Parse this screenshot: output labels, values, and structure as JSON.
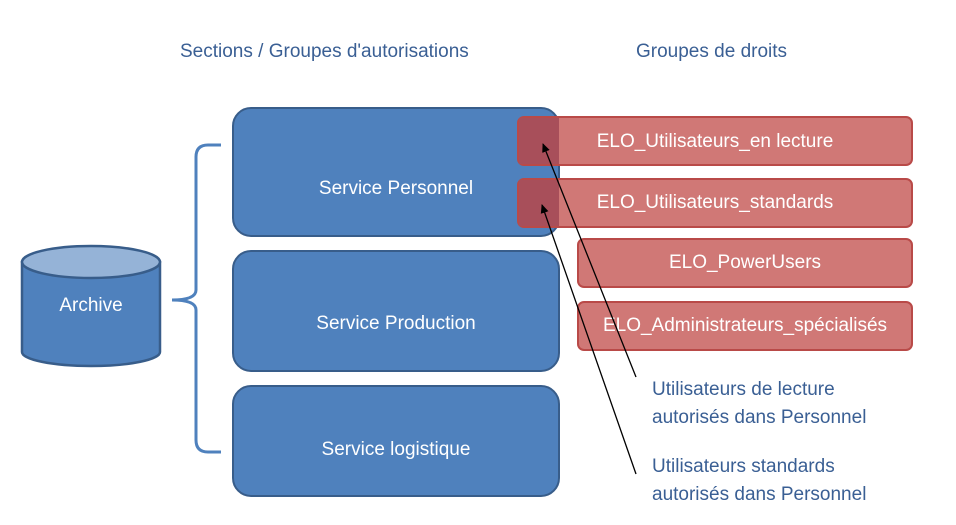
{
  "headings": {
    "sections": "Sections / Groupes d'autorisations",
    "rights": "Groupes de droits"
  },
  "archive": {
    "label": "Archive"
  },
  "services": [
    {
      "label": "Service Personnel"
    },
    {
      "label": "Service Production"
    },
    {
      "label": "Service logistique"
    }
  ],
  "groups": [
    {
      "label": "ELO_Utilisateurs_en lecture"
    },
    {
      "label": "ELO_Utilisateurs_standards"
    },
    {
      "label": "ELO_PowerUsers"
    },
    {
      "label": "ELO_Administrateurs_spécialisés"
    }
  ],
  "notes": {
    "read": {
      "line1": "Utilisateurs de lecture",
      "line2": "autorisés dans Personnel"
    },
    "standard": {
      "line1": "Utilisateurs standards",
      "line2": "autorisés dans Personnel"
    }
  },
  "colors": {
    "service_fill": "#4f81bd",
    "service_stroke": "#385d8a",
    "group_fill": "#d07876",
    "group_stroke": "#b94a48",
    "overlap_fill": "#a84f5a",
    "cylinder_top": "#95b3d7",
    "heading_text": "#3a5f94"
  }
}
